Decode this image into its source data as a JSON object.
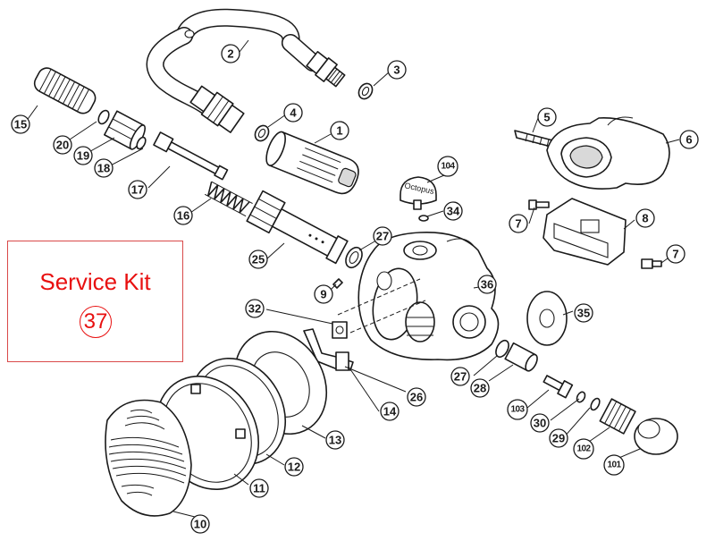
{
  "service_kit": {
    "label": "Service Kit",
    "number": "37"
  },
  "logo_text": "Octopus",
  "colors": {
    "kit_accent": "#e81010",
    "kit_border": "#d94a4a",
    "line": "#1a1a1a"
  },
  "parts": [
    {
      "id": "p1",
      "label": "1"
    },
    {
      "id": "p2",
      "label": "2"
    },
    {
      "id": "p3",
      "label": "3"
    },
    {
      "id": "p4",
      "label": "4"
    },
    {
      "id": "p5",
      "label": "5"
    },
    {
      "id": "p6",
      "label": "6"
    },
    {
      "id": "p7a",
      "label": "7"
    },
    {
      "id": "p7b",
      "label": "7"
    },
    {
      "id": "p8",
      "label": "8"
    },
    {
      "id": "p9",
      "label": "9"
    },
    {
      "id": "p10",
      "label": "10"
    },
    {
      "id": "p11",
      "label": "11"
    },
    {
      "id": "p12",
      "label": "12"
    },
    {
      "id": "p13",
      "label": "13"
    },
    {
      "id": "p14",
      "label": "14"
    },
    {
      "id": "p15",
      "label": "15"
    },
    {
      "id": "p16",
      "label": "16"
    },
    {
      "id": "p17",
      "label": "17"
    },
    {
      "id": "p18",
      "label": "18"
    },
    {
      "id": "p19",
      "label": "19"
    },
    {
      "id": "p20",
      "label": "20"
    },
    {
      "id": "p25",
      "label": "25"
    },
    {
      "id": "p26",
      "label": "26"
    },
    {
      "id": "p27a",
      "label": "27"
    },
    {
      "id": "p27b",
      "label": "27"
    },
    {
      "id": "p28",
      "label": "28"
    },
    {
      "id": "p29",
      "label": "29"
    },
    {
      "id": "p30",
      "label": "30"
    },
    {
      "id": "p32",
      "label": "32"
    },
    {
      "id": "p34",
      "label": "34"
    },
    {
      "id": "p35",
      "label": "35"
    },
    {
      "id": "p36",
      "label": "36"
    },
    {
      "id": "p101",
      "label": "101"
    },
    {
      "id": "p102",
      "label": "102"
    },
    {
      "id": "p103",
      "label": "103"
    },
    {
      "id": "p104",
      "label": "104"
    }
  ]
}
